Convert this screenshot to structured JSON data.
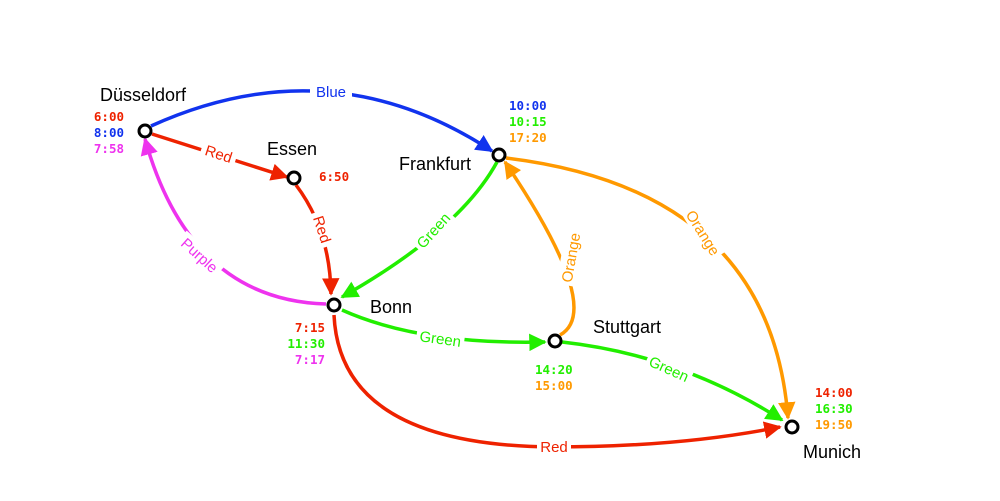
{
  "colors": {
    "red": "#ee2200",
    "blue": "#1133ee",
    "green": "#22ee00",
    "orange": "#ff9900",
    "purple": "#ee33ee"
  },
  "cities": {
    "dusseldorf": "Düsseldorf",
    "essen": "Essen",
    "frankfurt": "Frankfurt",
    "bonn": "Bonn",
    "stuttgart": "Stuttgart",
    "munich": "Munich"
  },
  "edges": [
    {
      "id": "dus-fra",
      "label": "Blue",
      "color": "blue"
    },
    {
      "id": "dus-ess",
      "label": "Red",
      "color": "red"
    },
    {
      "id": "ess-bon",
      "label": "Red",
      "color": "red"
    },
    {
      "id": "fra-bon",
      "label": "Green",
      "color": "green"
    },
    {
      "id": "bon-dus",
      "label": "Purple",
      "color": "purple"
    },
    {
      "id": "bon-stu",
      "label": "Green",
      "color": "green"
    },
    {
      "id": "stu-fra",
      "label": "Orange",
      "color": "orange"
    },
    {
      "id": "fra-mun",
      "label": "Orange",
      "color": "orange"
    },
    {
      "id": "stu-mun",
      "label": "Green",
      "color": "green"
    },
    {
      "id": "bon-mun",
      "label": "Red",
      "color": "red"
    }
  ],
  "times": {
    "dusseldorf": [
      {
        "time": "6:00",
        "color": "red"
      },
      {
        "time": "8:00",
        "color": "blue"
      },
      {
        "time": "7:58",
        "color": "purple"
      }
    ],
    "essen": [
      {
        "time": "6:50",
        "color": "red"
      }
    ],
    "frankfurt": [
      {
        "time": "10:00",
        "color": "blue"
      },
      {
        "time": "10:15",
        "color": "green"
      },
      {
        "time": "17:20",
        "color": "orange"
      }
    ],
    "bonn": [
      {
        "time": "7:15",
        "color": "red"
      },
      {
        "time": "11:30",
        "color": "green"
      },
      {
        "time": "7:17",
        "color": "purple"
      }
    ],
    "stuttgart": [
      {
        "time": "14:20",
        "color": "green"
      },
      {
        "time": "15:00",
        "color": "orange"
      }
    ],
    "munich": [
      {
        "time": "14:00",
        "color": "red"
      },
      {
        "time": "16:30",
        "color": "green"
      },
      {
        "time": "19:50",
        "color": "orange"
      }
    ]
  }
}
